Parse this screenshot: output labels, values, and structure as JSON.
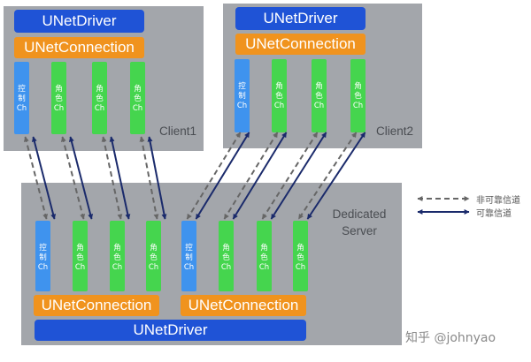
{
  "client1": {
    "driver": "UNetDriver",
    "connection": "UNetConnection",
    "label": "Client1",
    "channels": [
      {
        "lines": [
          "控",
          "制",
          "Ch"
        ],
        "kind": "ctrl"
      },
      {
        "lines": [
          "角",
          "色",
          "Ch"
        ],
        "kind": "actor"
      },
      {
        "lines": [
          "角",
          "色",
          "Ch"
        ],
        "kind": "actor"
      },
      {
        "lines": [
          "角",
          "色",
          "Ch"
        ],
        "kind": "actor"
      }
    ]
  },
  "client2": {
    "driver": "UNetDriver",
    "connection": "UNetConnection",
    "label": "Client2",
    "channels": [
      {
        "lines": [
          "控",
          "制",
          "Ch"
        ],
        "kind": "ctrl"
      },
      {
        "lines": [
          "角",
          "色",
          "Ch"
        ],
        "kind": "actor"
      },
      {
        "lines": [
          "角",
          "色",
          "Ch"
        ],
        "kind": "actor"
      },
      {
        "lines": [
          "角",
          "色",
          "Ch"
        ],
        "kind": "actor"
      }
    ]
  },
  "server": {
    "label_line1": "Dedicated",
    "label_line2": "Server",
    "driver": "UNetDriver",
    "connection_left": "UNetConnection",
    "connection_right": "UNetConnection",
    "channels_left": [
      {
        "lines": [
          "控",
          "制",
          "Ch"
        ],
        "kind": "ctrl"
      },
      {
        "lines": [
          "角",
          "色",
          "Ch"
        ],
        "kind": "actor"
      },
      {
        "lines": [
          "角",
          "色",
          "Ch"
        ],
        "kind": "actor"
      },
      {
        "lines": [
          "角",
          "色",
          "Ch"
        ],
        "kind": "actor"
      }
    ],
    "channels_right": [
      {
        "lines": [
          "控",
          "制",
          "Ch"
        ],
        "kind": "ctrl"
      },
      {
        "lines": [
          "角",
          "色",
          "Ch"
        ],
        "kind": "actor"
      },
      {
        "lines": [
          "角",
          "色",
          "Ch"
        ],
        "kind": "actor"
      },
      {
        "lines": [
          "角",
          "色",
          "Ch"
        ],
        "kind": "actor"
      }
    ]
  },
  "legend": {
    "unreliable": "非可靠信道",
    "reliable": "可靠信道"
  },
  "watermark": "知乎 @johnyao",
  "colors": {
    "panel": "#a3a6ab",
    "driver": "#1f53d6",
    "connection": "#f0931e",
    "control_channel": "#3f93ee",
    "actor_channel": "#45d54e",
    "reliable_arrow": "#1a2a6b",
    "unreliable_arrow": "#666666"
  }
}
